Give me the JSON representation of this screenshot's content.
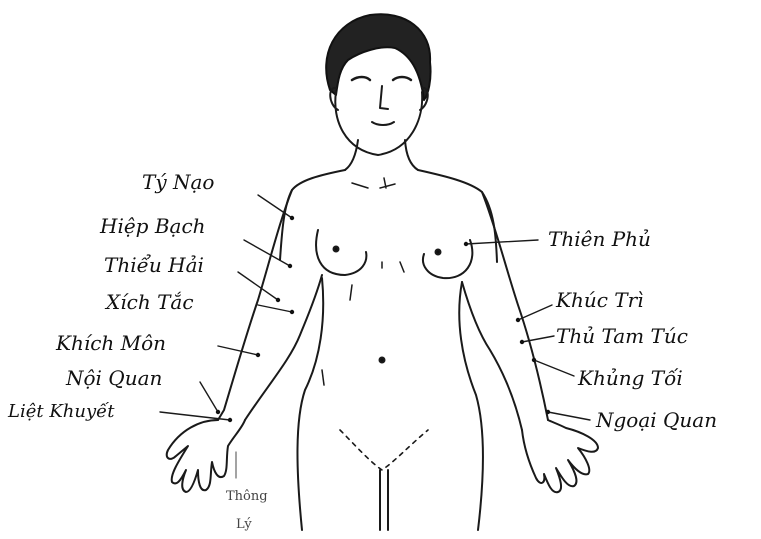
{
  "diagram": {
    "points_left": [
      {
        "id": "ty-nao",
        "label": "Tý Nạo"
      },
      {
        "id": "hiep-bach",
        "label": "Hiệp Bạch"
      },
      {
        "id": "thieu-hai",
        "label": "Thiểu Hải"
      },
      {
        "id": "xich-tac",
        "label": "Xích Tắc"
      },
      {
        "id": "khich-mon",
        "label": "Khích Môn"
      },
      {
        "id": "noi-quan",
        "label": "Nội Quan"
      },
      {
        "id": "liet-khuyet",
        "label": "Liệt Khuyết"
      }
    ],
    "points_right": [
      {
        "id": "thien-phu",
        "label": "Thiên Phủ"
      },
      {
        "id": "khuc-tri",
        "label": "Khúc Trì"
      },
      {
        "id": "thu-tam-tuc",
        "label": "Thủ Tam Túc"
      },
      {
        "id": "khung-toi",
        "label": "Khủng Tối"
      },
      {
        "id": "ngoai-quan",
        "label": "Ngoại Quan"
      }
    ],
    "bottom_label_line1": "Thông",
    "bottom_label_line2": "Lý"
  }
}
